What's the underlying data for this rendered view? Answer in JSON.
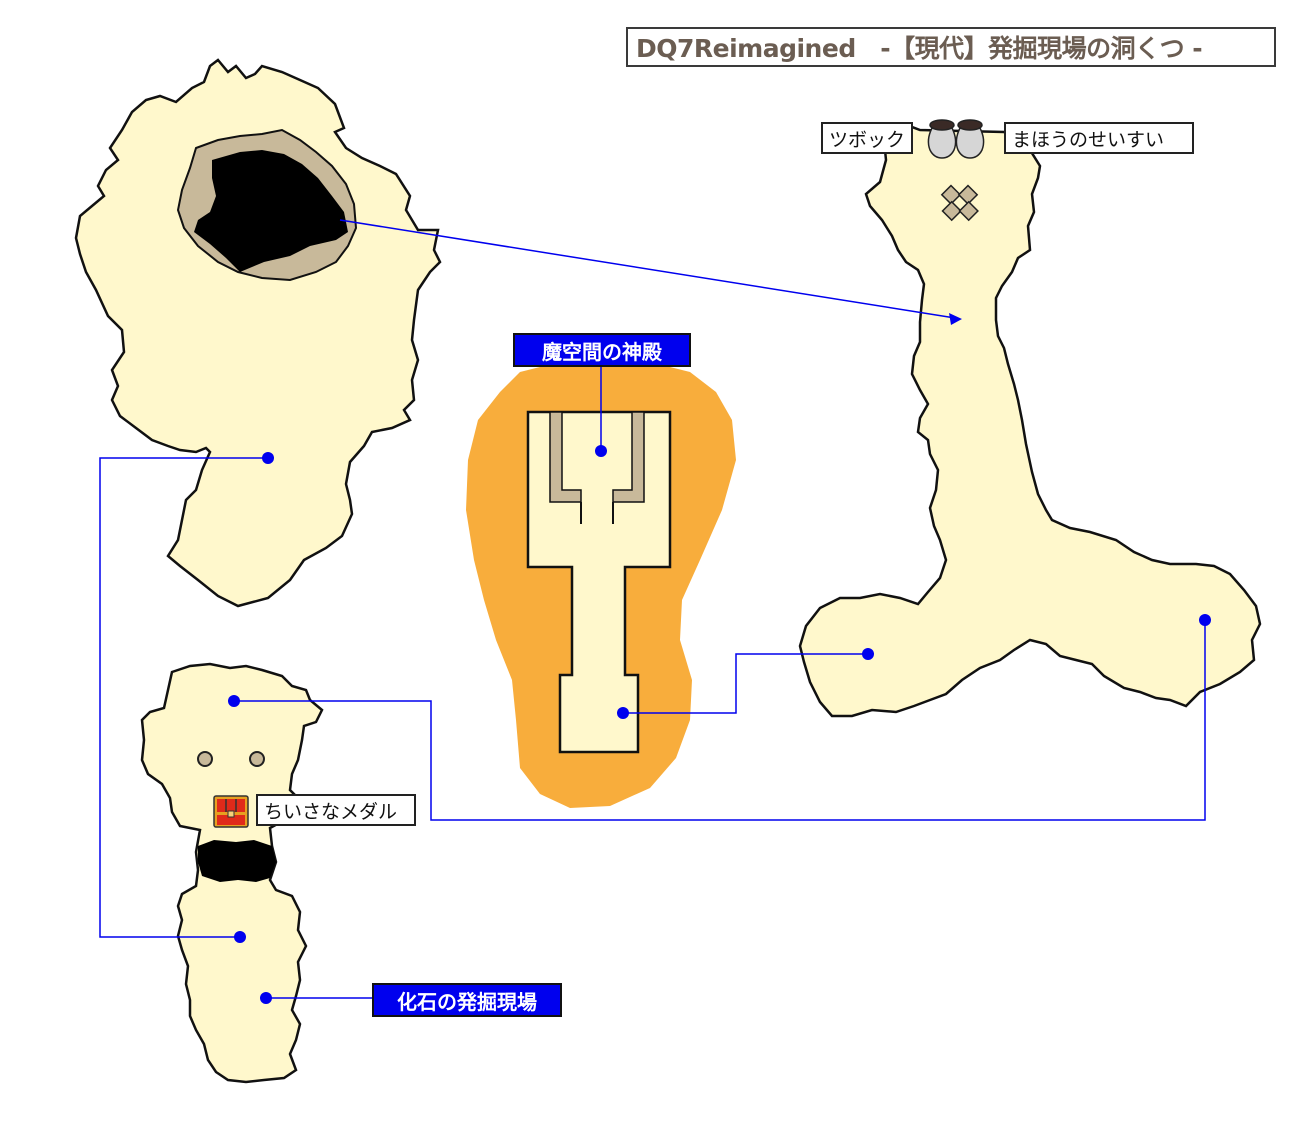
{
  "title": "DQ7Reimagined　-【現代】発掘現場の洞くつ -",
  "colors": {
    "floor": "#fff8cc",
    "outline": "#111111",
    "link_line": "#0000ee",
    "hole": "#000000",
    "hole_rim": "#c8b99a",
    "temple_aura": "#f8ad3c",
    "place_label_bg": "#0000ee"
  },
  "place_labels": {
    "temple": "魔空間の神殿",
    "dig_site": "化石の発掘現場"
  },
  "item_labels": {
    "tsubokku": "ツボック",
    "holy_water": "まほうのせいすい",
    "mini_medal": "ちいさなメダル"
  },
  "icons": {
    "pot": "pot-icon",
    "treasure_chest": "treasure-chest-icon",
    "stairs": "stairs-tile-icon",
    "boulder": "boulder-icon",
    "warp_dot": "warp-point-icon"
  }
}
